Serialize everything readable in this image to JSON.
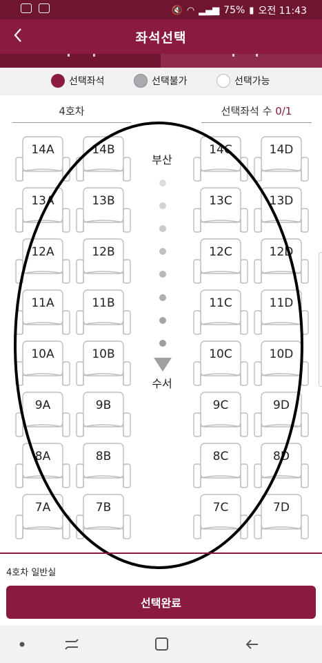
{
  "status_bar": {
    "battery": "75%",
    "time": "오전 11:43"
  },
  "header": {
    "title": "좌석선택"
  },
  "legend": [
    {
      "label": "선택좌석",
      "state": "selected"
    },
    {
      "label": "선택불가",
      "state": "unavailable"
    },
    {
      "label": "선택가능",
      "state": "available"
    }
  ],
  "info": {
    "car": "4호차",
    "selected_label": "선택좌석 수",
    "selected_count": "0/1"
  },
  "direction": {
    "top": "부산",
    "bottom": "수서"
  },
  "rows": [
    {
      "seats": [
        "14A",
        "14B",
        "14C",
        "14D"
      ]
    },
    {
      "seats": [
        "13A",
        "13B",
        "13C",
        "13D"
      ]
    },
    {
      "seats": [
        "12A",
        "12B",
        "12C",
        "12D"
      ]
    },
    {
      "seats": [
        "11A",
        "11B",
        "11C",
        "11D"
      ]
    },
    {
      "seats": [
        "10A",
        "10B",
        "10C",
        "10D"
      ]
    },
    {
      "seats": [
        "9A",
        "9B",
        "9C",
        "9D"
      ]
    },
    {
      "seats": [
        "8A",
        "8B",
        "8C",
        "8D"
      ]
    },
    {
      "seats": [
        "7A",
        "7B",
        "7C",
        "7D"
      ]
    }
  ],
  "car_class": "4호차 일반실",
  "confirm_button": "선택완료",
  "colors": {
    "brand": "#8a1a3e",
    "status_bar": "#6f1530"
  }
}
